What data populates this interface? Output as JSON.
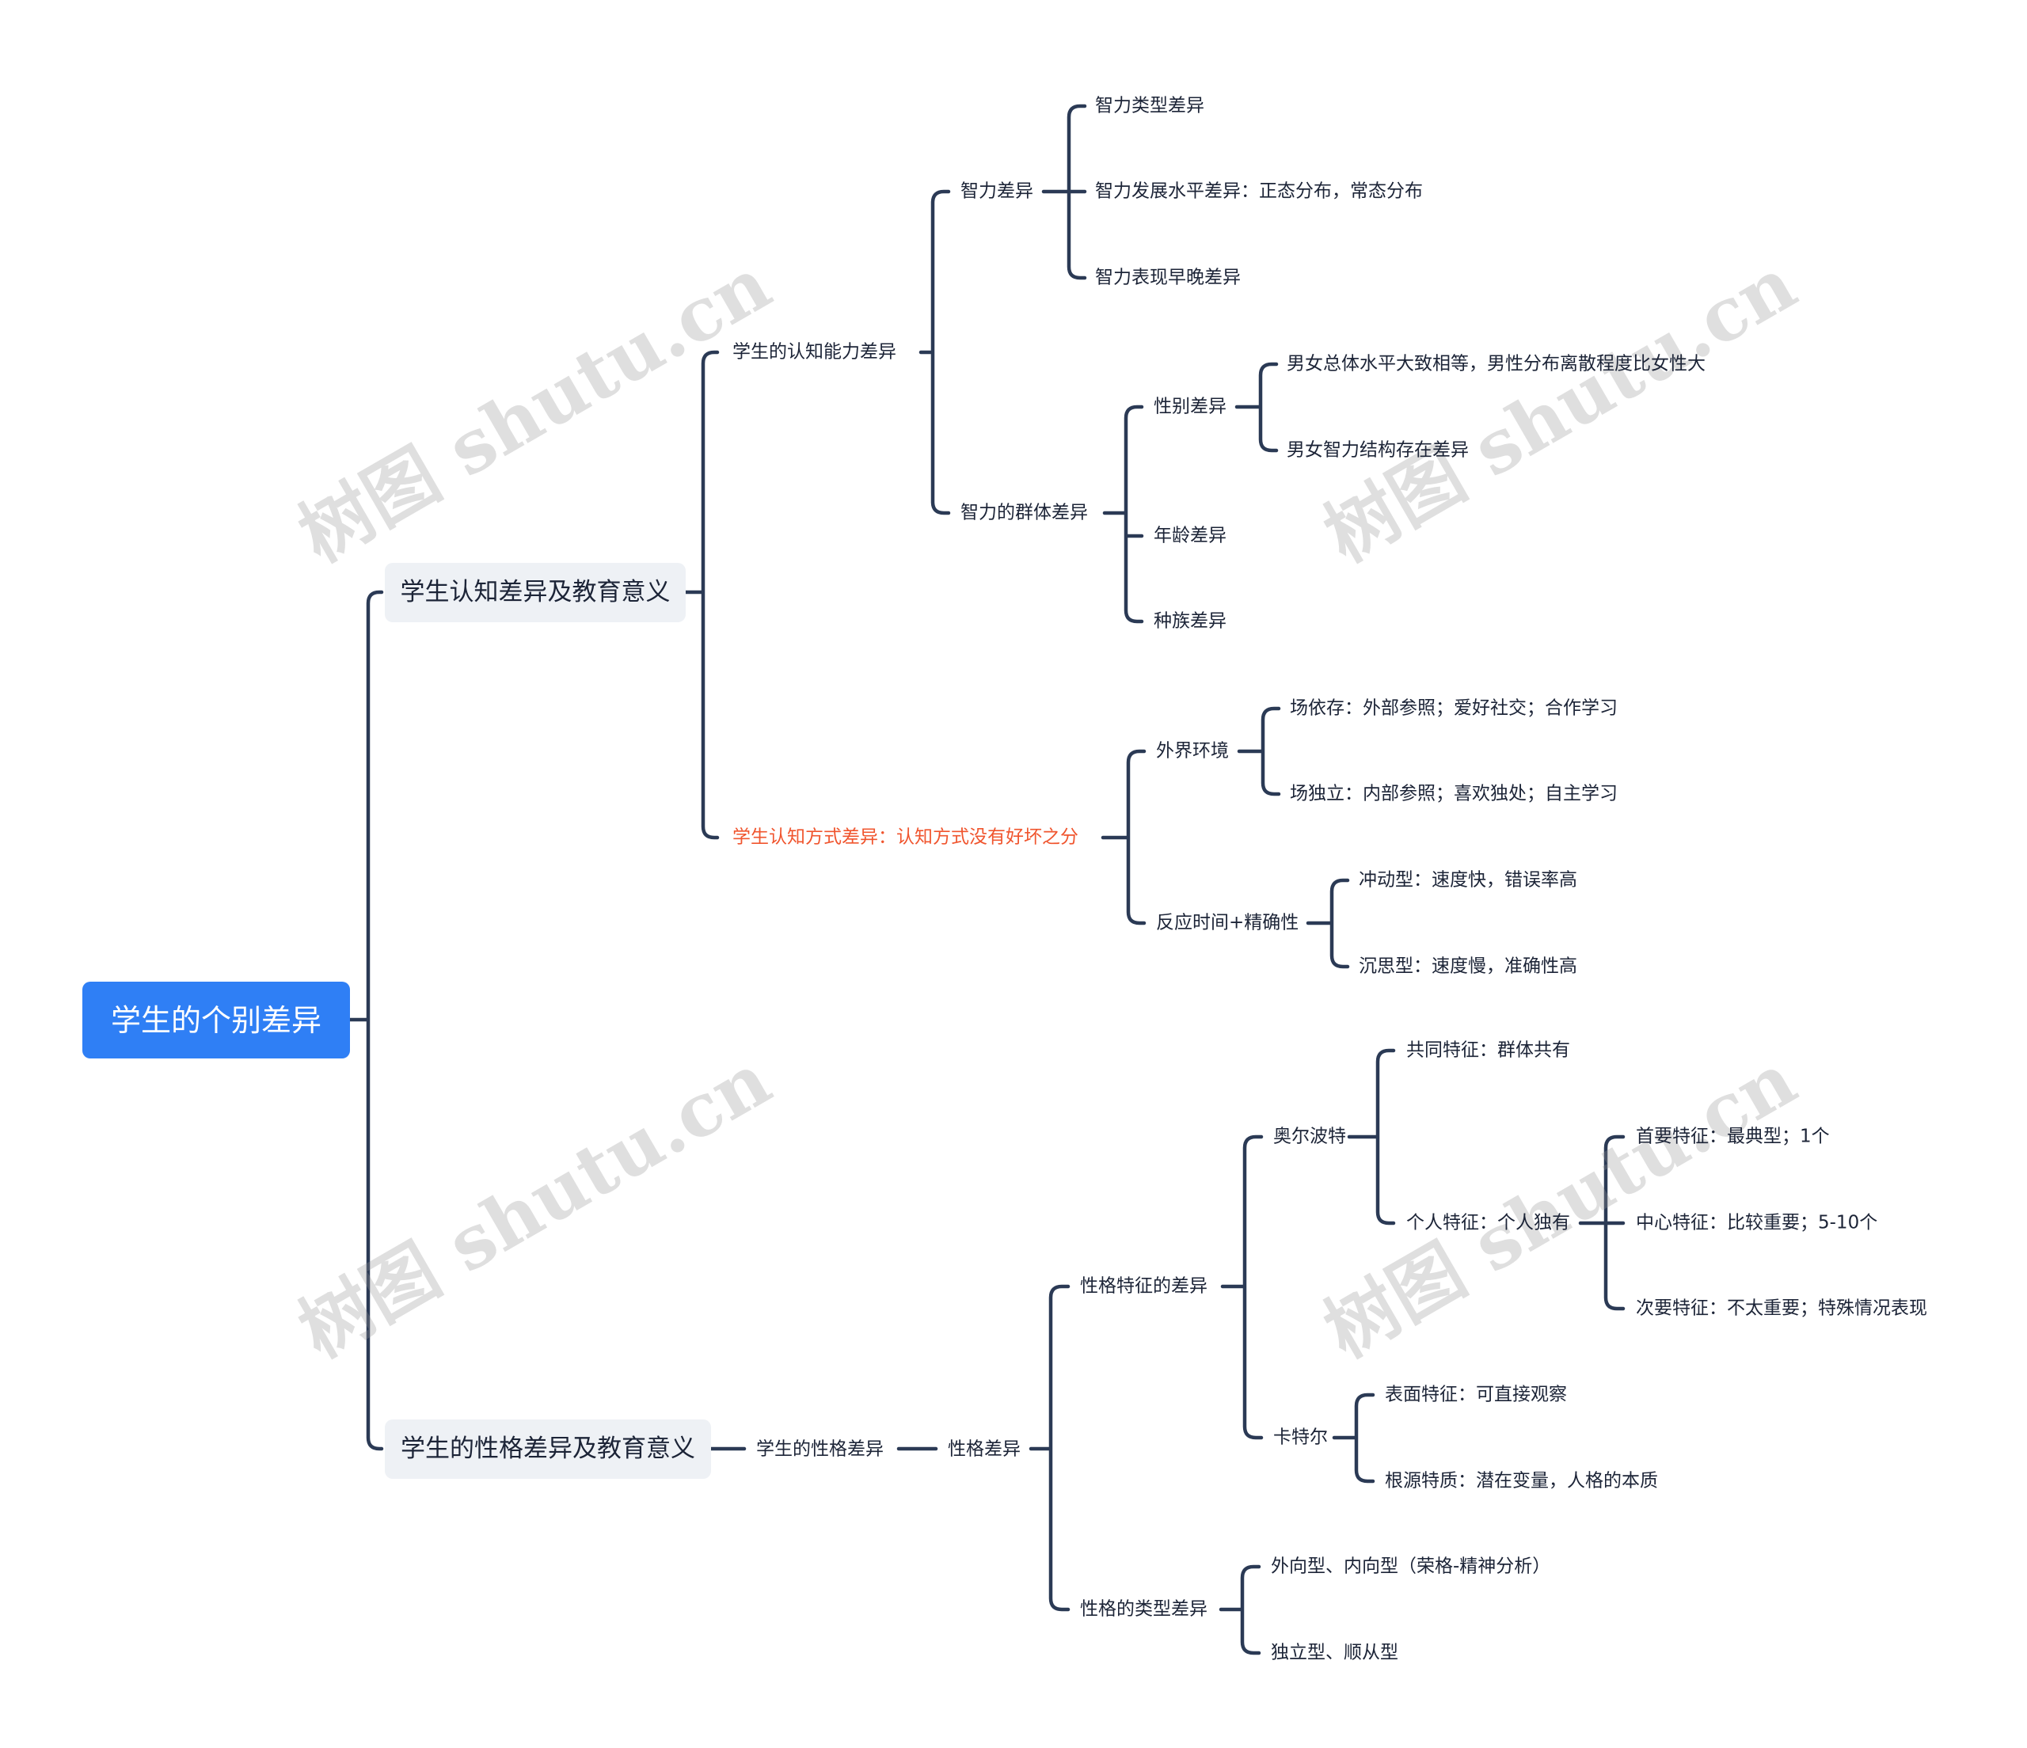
{
  "watermark": "树图 shutu.cn",
  "colors": {
    "root_bg": "#2f7ff5",
    "main_bg": "#eef1f5",
    "line": "#2b3a55",
    "text": "#1c2437",
    "highlight_text": "#f0552e"
  },
  "root": "学生的个别差异",
  "cognitive": {
    "label": "学生认知差异及教育意义",
    "ability": {
      "label": "学生的认知能力差异",
      "intelligence": {
        "label": "智力差异",
        "type": "智力类型差异",
        "level": "智力发展水平差异：正态分布，常态分布",
        "timing": "智力表现早晚差异"
      },
      "group": {
        "label": "智力的群体差异",
        "gender": {
          "label": "性别差异",
          "overall": "男女总体水平大致相等，男性分布离散程度比女性大",
          "structure": "男女智力结构存在差异"
        },
        "age": "年龄差异",
        "race": "种族差异"
      }
    },
    "style": {
      "label": "学生认知方式差异：认知方式没有好坏之分",
      "environment": {
        "label": "外界环境",
        "dependent": "场依存：外部参照；爱好社交；合作学习",
        "independent": "场独立：内部参照；喜欢独处；自主学习"
      },
      "reaction": {
        "label": "反应时间+精确性",
        "impulsive": "冲动型：速度快，错误率高",
        "reflective": "沉思型：速度慢，准确性高"
      }
    }
  },
  "personality": {
    "label": "学生的性格差异及教育意义",
    "sub": "学生的性格差异",
    "diff": {
      "label": "性格差异",
      "traits": {
        "label": "性格特征的差异",
        "allport": {
          "label": "奥尔波特",
          "common": "共同特征：群体共有",
          "individual": {
            "label": "个人特征：个人独有",
            "cardinal": "首要特征：最典型；1个",
            "central": "中心特征：比较重要；5-10个",
            "secondary": "次要特征：不太重要；特殊情况表现"
          }
        },
        "cattell": {
          "label": "卡特尔",
          "surface": "表面特征：可直接观察",
          "source": "根源特质：潜在变量，人格的本质"
        }
      },
      "types": {
        "label": "性格的类型差异",
        "extro": "外向型、内向型（荣格-精神分析）",
        "independent": "独立型、顺从型"
      }
    }
  }
}
